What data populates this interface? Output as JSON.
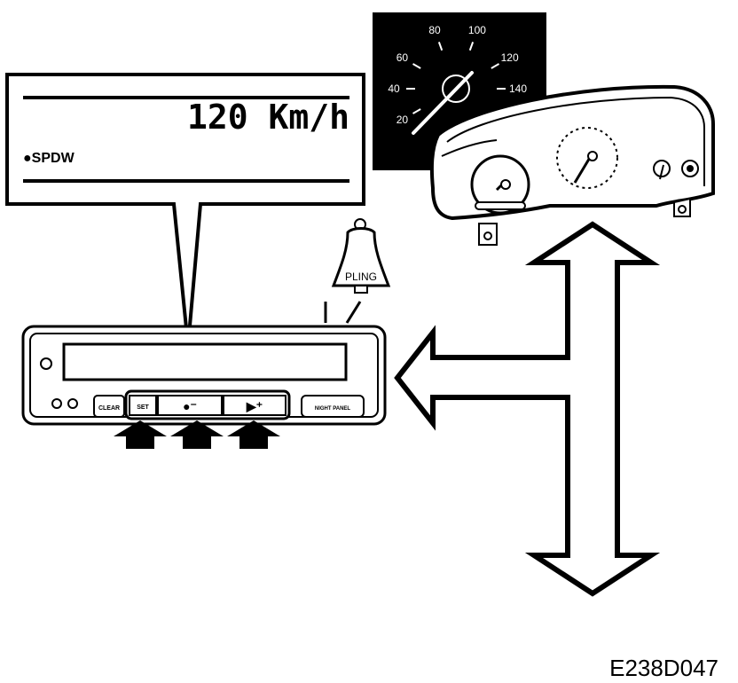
{
  "display": {
    "speed_readout": "120 Km/h",
    "mode_label": "●SPDW"
  },
  "bell": {
    "label": "PLING"
  },
  "control_panel": {
    "buttons": {
      "clear": "CLEAR",
      "set": "SET",
      "minus": "●⁻",
      "plus": "▶⁺",
      "night_panel": "NIGHT PANEL"
    }
  },
  "speedometer_inset": {
    "ticks": [
      "20",
      "40",
      "60",
      "80",
      "100",
      "120",
      "140"
    ],
    "needle_value": 120
  },
  "figure_code": "E238D047",
  "colors": {
    "ink": "#000000",
    "paper": "#ffffff"
  }
}
